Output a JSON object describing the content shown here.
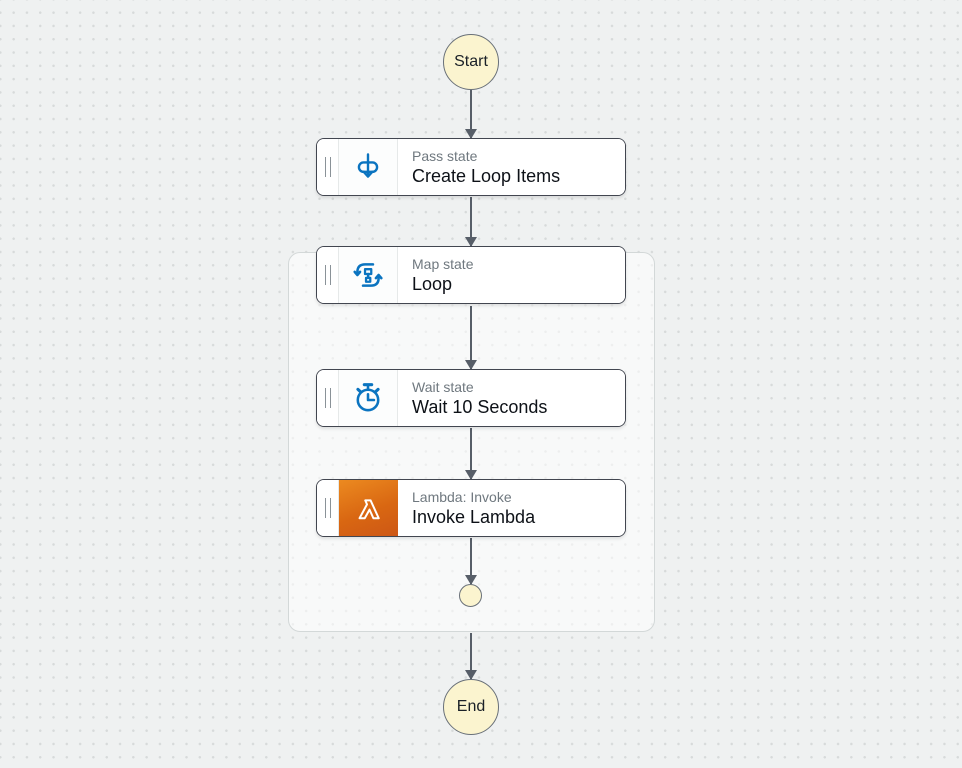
{
  "canvas": {
    "background_color": "#eff1f1",
    "dot_color": "#d7dada"
  },
  "terminals": {
    "start_label": "Start",
    "end_label": "End",
    "fill_color": "#fbf4cf",
    "border_color": "#697078"
  },
  "connectors": {
    "color": "#575e68",
    "count": 6
  },
  "map_container": {
    "belongs_to": "Loop",
    "border_color": "#d3d8d8"
  },
  "nodes": [
    {
      "id": "pass",
      "label": "Pass state",
      "title": "Create Loop Items",
      "icon": "pass-icon",
      "accent": "#0b74c0"
    },
    {
      "id": "map",
      "label": "Map state",
      "title": "Loop",
      "icon": "map-icon",
      "accent": "#0b74c0"
    },
    {
      "id": "wait",
      "label": "Wait state",
      "title": "Wait 10 Seconds",
      "icon": "wait-icon",
      "accent": "#0b74c0"
    },
    {
      "id": "lambda",
      "label": "Lambda: Invoke",
      "title": "Invoke Lambda",
      "icon": "lambda-icon",
      "accent": "#d96712"
    }
  ],
  "node_style": {
    "border_color": "#424650",
    "label_color": "#6f787f",
    "title_color": "#0d1117",
    "icon_blue": "#0b74c0",
    "lambda_gradient": [
      "#ec8a20",
      "#cd5715"
    ]
  }
}
